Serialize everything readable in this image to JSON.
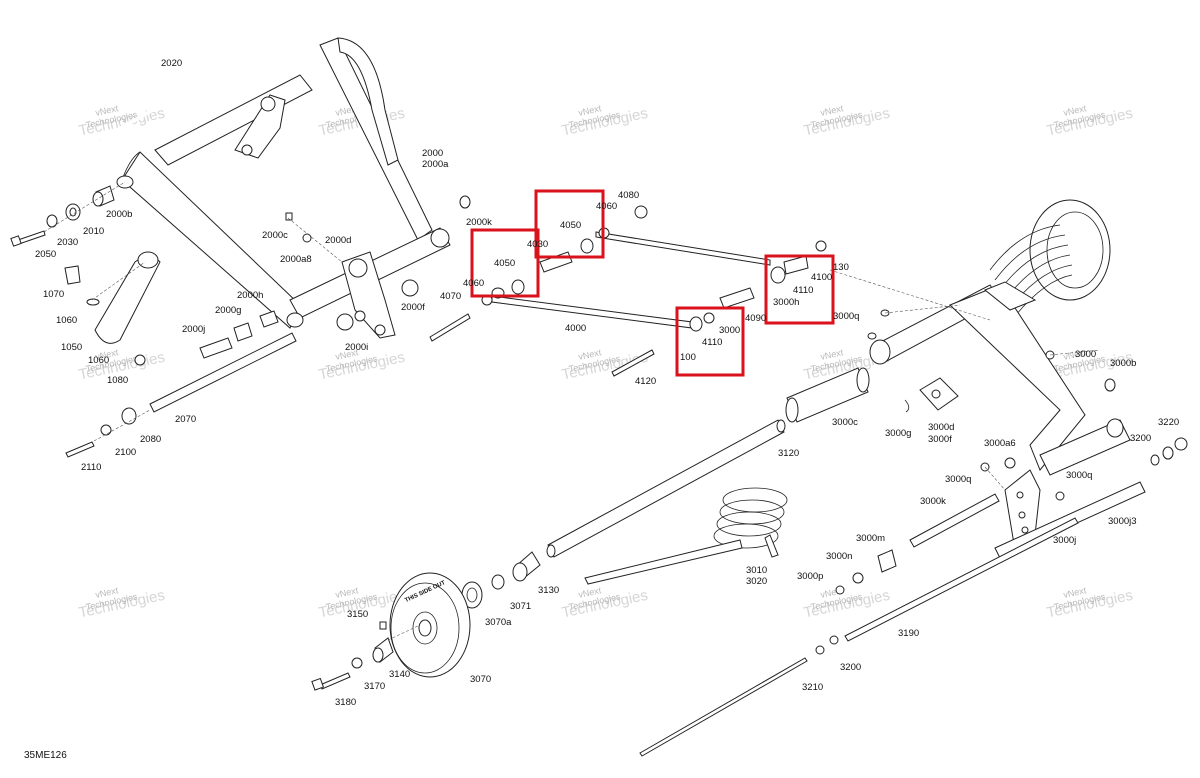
{
  "diagram": {
    "reference": "35ME126",
    "watermark_line1": "vNext",
    "watermark_line2": "Technologies",
    "highlight_color": "#d9121b",
    "labels": {
      "p2020": "2020",
      "p2000": "2000",
      "p2000a": "2000a",
      "p2000b": "2000b",
      "p2010": "2010",
      "p2030": "2030",
      "p2050": "2050",
      "p2000c": "2000c",
      "p2000a8": "2000a8",
      "p2000d": "2000d",
      "p2000k": "2000k",
      "p1070": "1070",
      "p1060": "1060",
      "p1050": "1050",
      "p1060b": "1060",
      "p1080": "1080",
      "p2000h": "2000h",
      "p2000g": "2000g",
      "p2000j": "2000j",
      "p2000f": "2000f",
      "p2000i": "2000i",
      "p2070": "2070",
      "p2080": "2080",
      "p2100": "2100",
      "p2110": "2110",
      "p4070": "4070",
      "p4060a": "4060",
      "p4050a": "4050",
      "p4030": "4030",
      "p4050b": "4050",
      "p4060b": "4060",
      "p4080": "4080",
      "p4000": "4000",
      "p4110a": "4110",
      "p3000a": "3000",
      "p100": "100",
      "p4120": "4120",
      "p4090": "4090",
      "p4110b": "4110",
      "p4100": "4100",
      "p130": "130",
      "p3000h": "3000h",
      "p3000q1": "3000q",
      "p3000b0": "3000",
      "p3000b": "3000b",
      "p3000c": "3000c",
      "p3000g": "3000g",
      "p3000d": "3000d",
      "p3000f": "3000f",
      "p3000a6": "3000a6",
      "p3000q2": "3000q",
      "p3000q3": "3000q",
      "p3200a": "3200",
      "p3220": "3220",
      "p3000j3": "3000j3",
      "p3000k": "3000k",
      "p3000j": "3000j",
      "p3120": "3120",
      "p3000m": "3000m",
      "p3000n": "3000n",
      "p3000p": "3000p",
      "p3010": "3010",
      "p3020": "3020",
      "p3130": "3130",
      "p3071": "3071",
      "p3070a": "3070a",
      "p3070": "3070",
      "p3150": "3150",
      "p3140": "3140",
      "p3170": "3170",
      "p3180": "3180",
      "p3190": "3190",
      "p3200b": "3200",
      "p3210": "3210",
      "wheel_text": "THIS SIDE OUT"
    }
  }
}
